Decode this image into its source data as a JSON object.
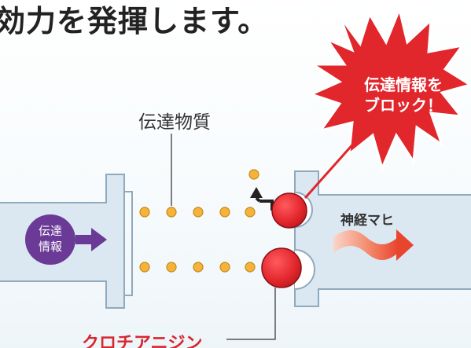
{
  "headline": "効力を発揮します。",
  "labels": {
    "transmitter": "伝達物質",
    "signal_line1": "伝達",
    "signal_line2": "情報",
    "burst_line1": "伝達情報を",
    "burst_line2": "ブロック！",
    "paralysis": "神経マヒ",
    "chemical": "クロチアニジン"
  },
  "colors": {
    "membrane_fill": "#dbe8f2",
    "membrane_stroke": "#8fa9bd",
    "transmitter_dot": "#f4b43a",
    "receptor_red": "#e1262c",
    "burst_red": "#e1262c",
    "signal_purple": "#6a3a96",
    "chemical_text": "#d8262f"
  },
  "icons": {
    "signal_arrow": "right-arrow-icon",
    "bounce_arrow": "bent-up-arrow-icon",
    "wave_arrow": "wavy-right-arrow-icon"
  }
}
